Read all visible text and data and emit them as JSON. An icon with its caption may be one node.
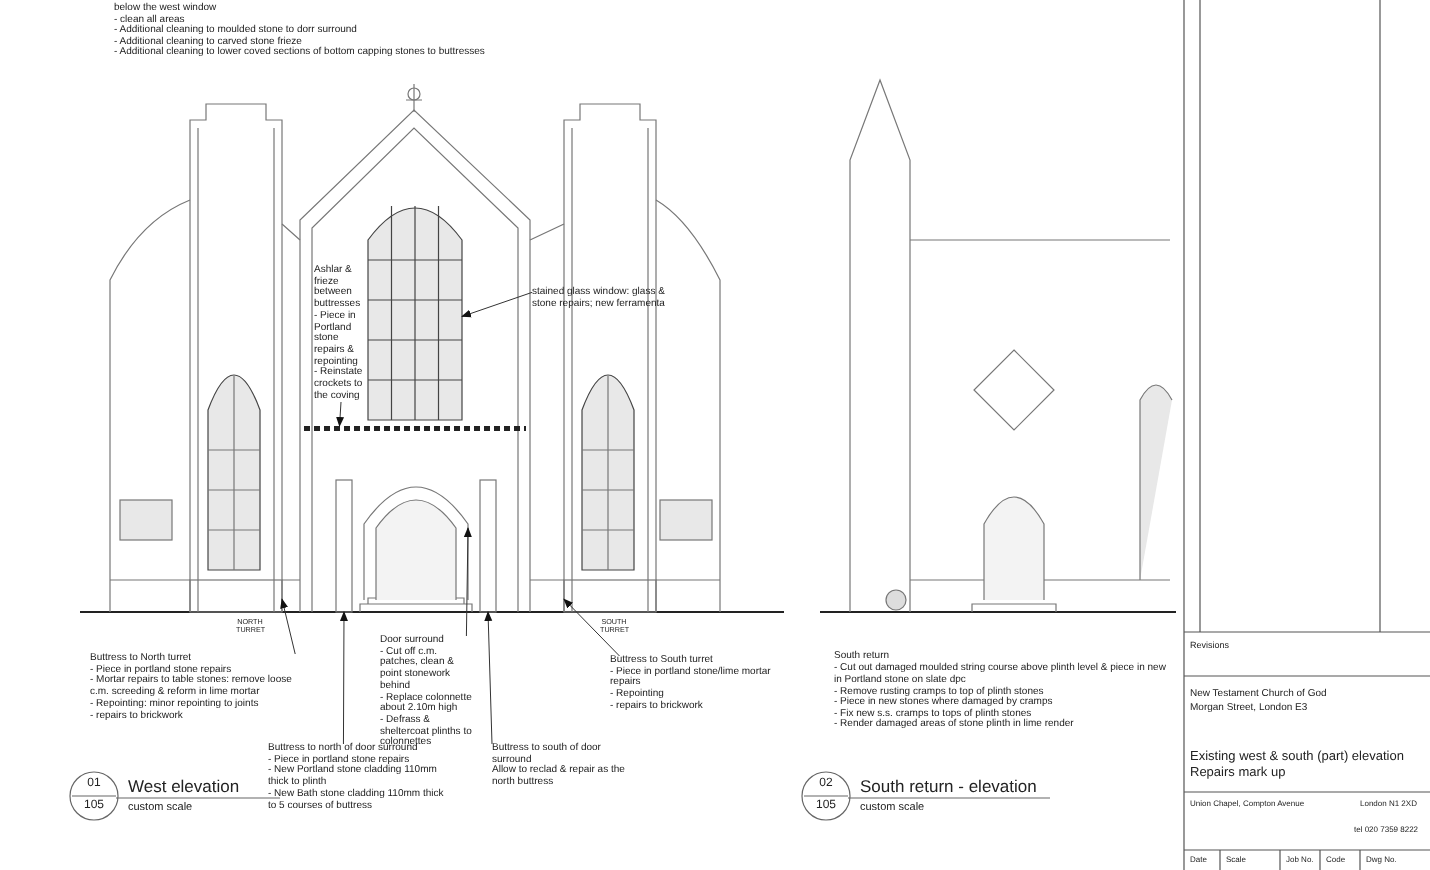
{
  "diagram": {
    "nodes": [
      {
        "text": [
          "stained glass window: glass & stone repairs; new ferramenta"
        ]
      },
      {
        "text": [
          "Ashlar & frieze between buttresses",
          "- Piece in Portland stone repairs & repointing",
          "- Reinstate crockets to the coving"
        ]
      },
      {
        "text": [
          "Buttress to North turret",
          "- Piece in portland stone repairs",
          "- Mortar repairs to table stones: remove loose c.m. screeding & reform in lime mortar",
          "- Repointing: minor repointing to joints",
          "- repairs to brickwork"
        ]
      },
      {
        "text": [
          "Door surround",
          "- Cut off c.m. patches, clean & point stonework behind",
          "- Replace colonnette about 2.10m high",
          "- Defrass & sheltercoat plinths to colonnettes"
        ]
      },
      {
        "text": [
          "Buttress to South turret",
          "- Piece in portland stone/lime mortar repairs",
          "- Repointing",
          "- repairs to brickwork"
        ]
      },
      {
        "text": [
          "Buttress to north of door surround",
          "- Piece in portland stone repairs",
          "- New Portland stone cladding 110mm thick to plinth",
          "- New Bath stone cladding 110mm thick to 5 courses of buttress"
        ]
      },
      {
        "text": [
          "Buttress to south of door surround",
          "Allow to reclad & repair as the north buttress"
        ]
      },
      {
        "text": [],
        "shape": "window"
      },
      {
        "text": [],
        "shape": "band"
      },
      {
        "text": [],
        "shape": "box"
      },
      {
        "text": [],
        "shape": "arch"
      },
      {
        "text": [],
        "shape": "box"
      },
      {
        "text": [],
        "shape": "box"
      },
      {
        "text": [],
        "shape": "box"
      }
    ],
    "edges": [
      {
        "from": 0,
        "to": 7,
        "arrow": "to"
      },
      {
        "from": 1,
        "to": 8,
        "arrow": "to"
      },
      {
        "from": 2,
        "to": 9,
        "arrow": "to"
      },
      {
        "from": 3,
        "to": 10,
        "arrow": "to"
      },
      {
        "from": 4,
        "to": 13,
        "arrow": "to"
      },
      {
        "from": 5,
        "to": 11,
        "arrow": "to"
      },
      {
        "from": 6,
        "to": 12,
        "arrow": "to"
      }
    ],
    "labels": [
      "below the west window",
      "- clean all areas",
      "- Additional cleaning to moulded stone to dorr surround",
      "- Additional cleaning to carved stone frieze",
      "- Additional cleaning to lower coved sections of bottom capping stones to buttresses",
      "NORTH TURRET",
      "SOUTH TURRET",
      "South return",
      "- Cut out damaged moulded string course above plinth level & piece in new in Portland stone on slate dpc",
      "- Remove rusting cramps to top of plinth stones",
      "- Piece in new stones where damaged by cramps",
      "- Fix new s.s. cramps to tops of plinth stones",
      "- Render damaged areas of stone plinth in lime render",
      "01",
      "105",
      "West elevation",
      "custom scale",
      "02",
      "105",
      "South return - elevation",
      "custom scale",
      "Revisions",
      "New Testament Church of God",
      "Morgan Street, London E3",
      "Existing west & south (part) elevation",
      "Repairs mark up",
      "Union Chapel, Compton Avenue",
      "London N1 2XD",
      "tel 020 7359 8222",
      "Date",
      "Scale",
      "Job No.",
      "Code",
      "Dwg No."
    ]
  }
}
